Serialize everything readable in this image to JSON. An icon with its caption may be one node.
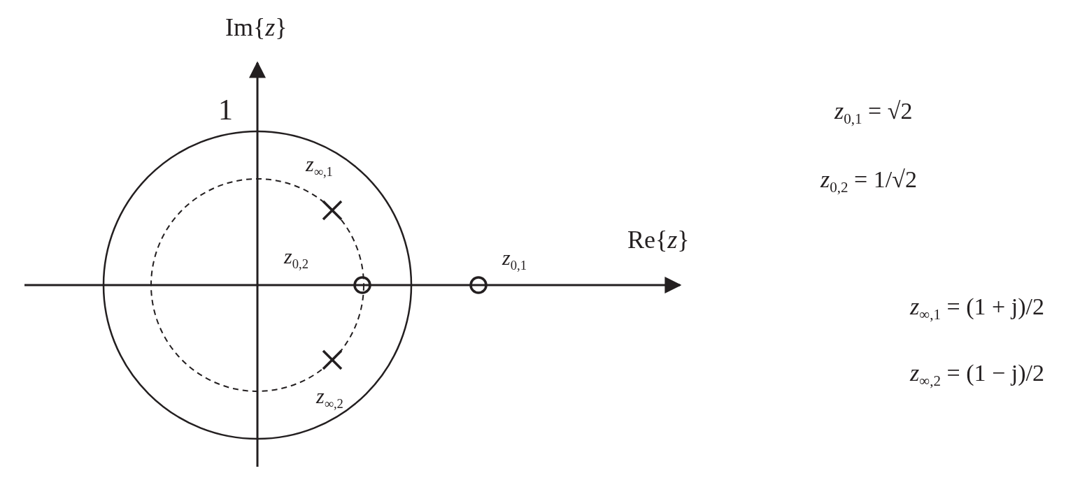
{
  "diagram": {
    "labels": [
      "Im{*z*}",
      "1",
      "*z*$_{0,1}$ = √2",
      "*z*$_{∞,1}$",
      "*z*$_{0,2}$ = 1/√2",
      "Re{*z*}",
      "*z*$_{0,2}$",
      "*z*$_{0,1}$",
      "*z*$_{∞,1}$ = (1 + j)/2",
      "*z*$_{∞,2}$ = (1 − j)/2",
      "*z*$_{∞,2}$"
    ]
  }
}
